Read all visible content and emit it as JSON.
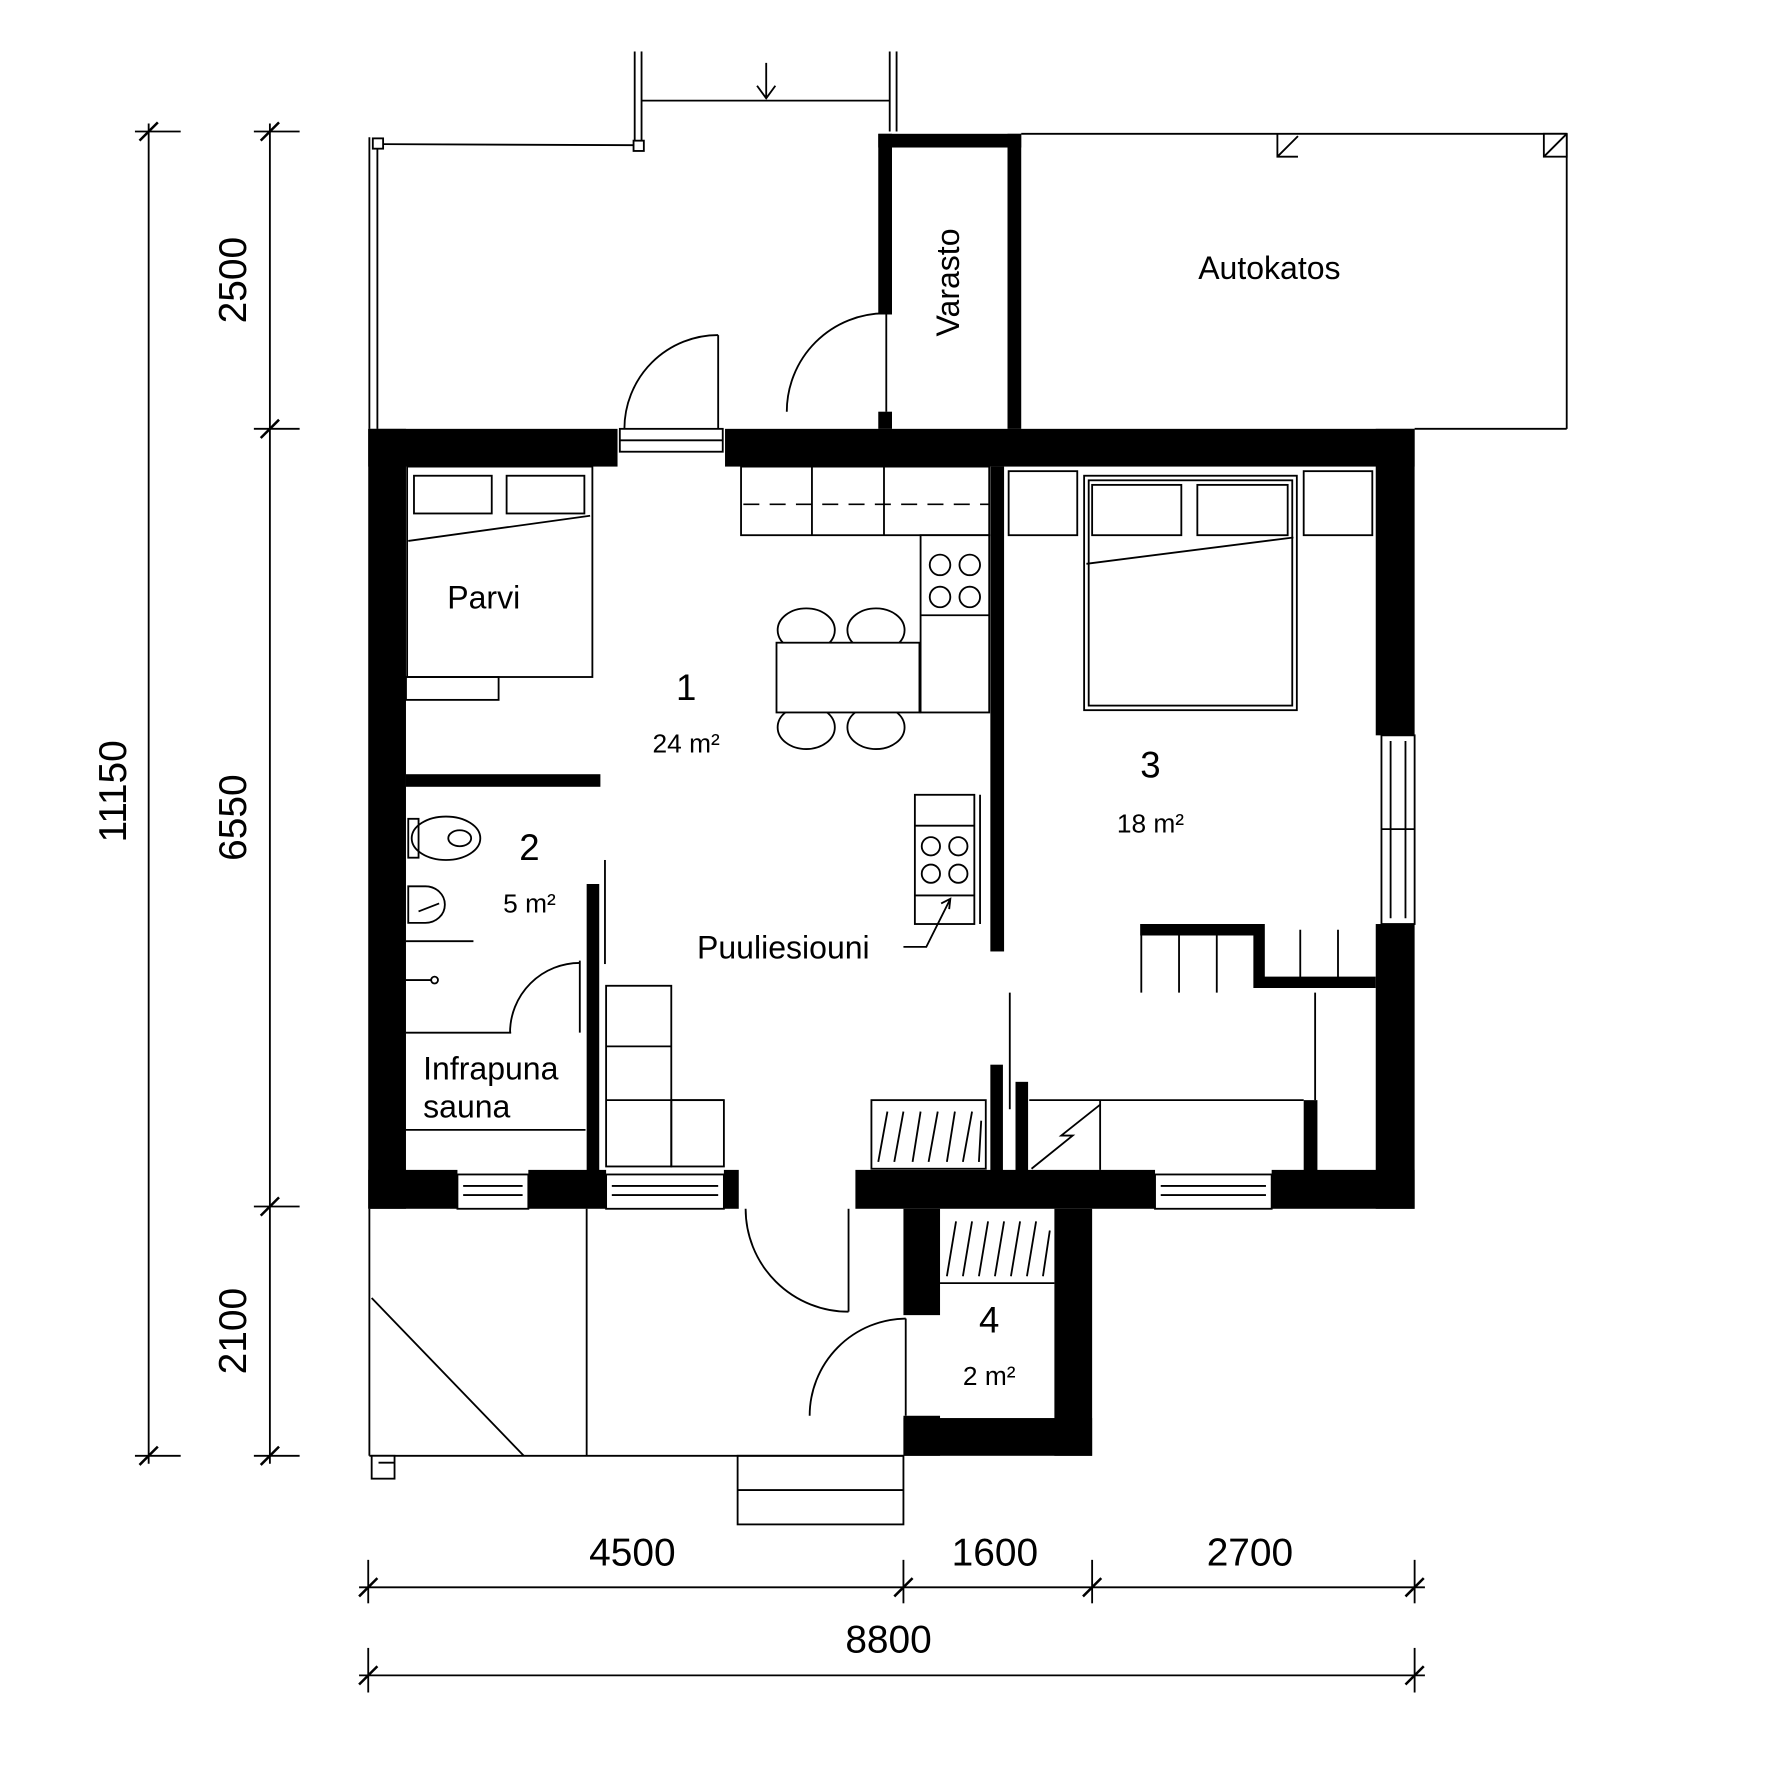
{
  "rooms": {
    "varasto": {
      "name": "Varasto"
    },
    "autokatos": {
      "name": "Autokatos"
    },
    "parvi": {
      "name": "Parvi"
    },
    "room_1": {
      "number": "1",
      "area": "24 m²"
    },
    "room_2": {
      "number": "2",
      "area": "5 m²"
    },
    "room_3": {
      "number": "3",
      "area": "18 m²"
    },
    "room_4": {
      "number": "4",
      "area": "2 m²"
    },
    "sauna": {
      "line1": "Infrapuna",
      "line2": "sauna"
    }
  },
  "fixtures": {
    "stove_label": "Puuliesiouni"
  },
  "dimensions": {
    "vertical": {
      "total": "11150",
      "segments": [
        "2500",
        "6550",
        "2100"
      ]
    },
    "horizontal": {
      "total": "8800",
      "segments": [
        "4500",
        "1600",
        "2700"
      ]
    }
  },
  "colors": {
    "wall": "#000000",
    "line": "#000000",
    "background": "#ffffff"
  }
}
